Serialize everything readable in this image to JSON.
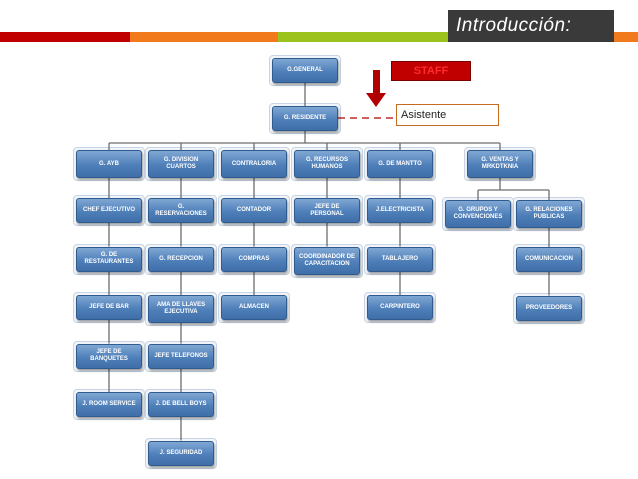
{
  "header": {
    "title": "Introducción:"
  },
  "colors": {
    "stripe_red": "#c00000",
    "stripe_orange": "#f07a1c",
    "stripe_green": "#9cc21e",
    "node_blue": "#4f7fb9",
    "staff_red": "#c00000"
  },
  "staff": {
    "label": "STAFF"
  },
  "assistant": {
    "label": "Asistente"
  },
  "org": {
    "general": "G.GENERAL",
    "residente": "G. RESIDENTE",
    "departments": [
      {
        "name": "G. AYB",
        "children": [
          "CHEF EJECUTIVO",
          "G. DE RESTAURANTES",
          "JEFE DE BAR",
          "JEFE DE BANQUETES",
          "J. ROOM SERVICE"
        ]
      },
      {
        "name": "G. DIVISION CUARTOS",
        "children": [
          "G. RESERVACIONES",
          "G. RECEPCION",
          "AMA DE LLAVES EJECUTIVA",
          "JEFE TELEFONOS",
          "J. DE BELL BOYS",
          "J. SEGURIDAD"
        ]
      },
      {
        "name": "CONTRALORIA",
        "children": [
          "CONTADOR",
          "COMPRAS",
          "ALMACEN"
        ]
      },
      {
        "name": "G. RECURSOS HUMANOS",
        "children": [
          "JEFE DE PERSONAL",
          "COORDINADOR DE CAPACITACION"
        ]
      },
      {
        "name": "G. DE MANTTO",
        "children": [
          "J.ELECTRICISTA",
          "TABLAJERO",
          "CARPINTERO"
        ]
      },
      {
        "name": "G. VENTAS Y MRKDTKNIA",
        "children": []
      }
    ],
    "ventas_sub": [
      {
        "name": "G. GRUPOS Y CONVENCIONES",
        "children": []
      },
      {
        "name": "G. RELACIONES PUBLICAS",
        "children": [
          "COMUNICACION",
          "PROVEEDORES"
        ]
      }
    ]
  }
}
